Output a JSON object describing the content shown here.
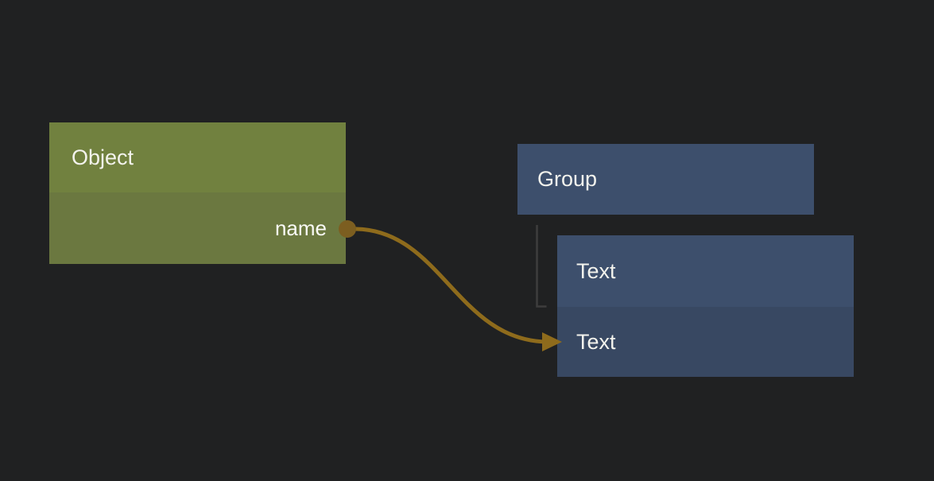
{
  "canvas": {
    "background": "#202122"
  },
  "nodes": {
    "object": {
      "title": "Object",
      "field_label": "name",
      "header_color": "#71813f",
      "body_color": "#6b7840"
    },
    "group": {
      "title": "Group",
      "color": "#3d4f6c"
    },
    "text": {
      "rows": [
        {
          "label": "Text",
          "color": "#3d4f6c"
        },
        {
          "label": "Text",
          "color": "#384862"
        }
      ]
    }
  },
  "edges": {
    "link_color": "#8e6b1c",
    "port_color": "#7c5e20",
    "tree_line_color": "#3d3d3d"
  }
}
